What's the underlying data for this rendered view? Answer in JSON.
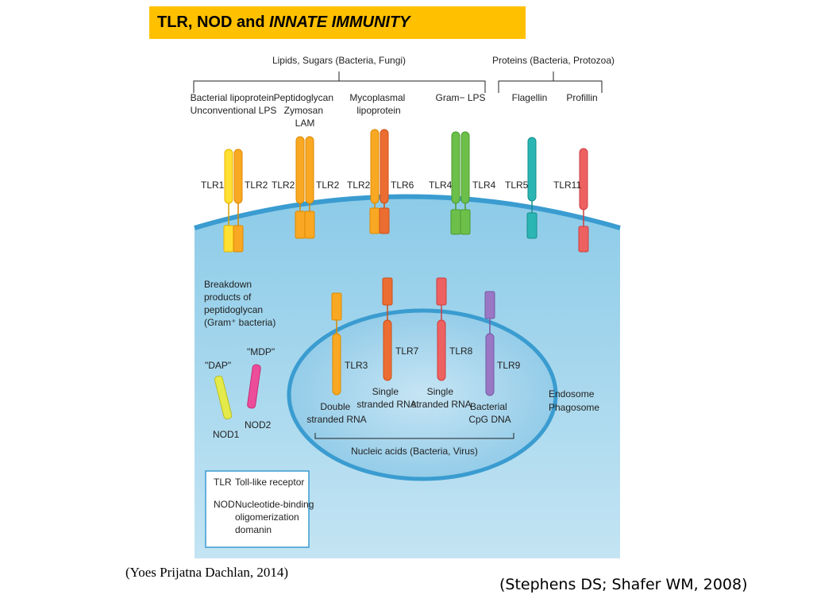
{
  "title": {
    "main": "TLR, NOD and",
    "italic": "INNATE IMMUNITY"
  },
  "brackets": {
    "lipids": "Lipids, Sugars (Bacteria, Fungi)",
    "proteins": "Proteins (Bacteria, Protozoa)",
    "nucleic": "Nucleic acids (Bacteria, Virus)"
  },
  "ligands": {
    "l1": [
      "Bacterial lipoprotein",
      "Unconventional LPS"
    ],
    "l2": [
      "Peptidoglycan",
      "Zymosan",
      "LAM"
    ],
    "l3": [
      "Mycoplasmal",
      "lipoprotein"
    ],
    "l4": "Gram− LPS",
    "l5": "Flagellin",
    "l6": "Profillin"
  },
  "receptors": {
    "tlr1": "TLR1",
    "tlr2a": "TLR2",
    "tlr2b": "TLR2",
    "tlr2c": "TLR2",
    "tlr2d": "TLR2",
    "tlr6": "TLR6",
    "tlr4a": "TLR4",
    "tlr4b": "TLR4",
    "tlr5": "TLR5",
    "tlr11": "TLR11",
    "tlr3": "TLR3",
    "tlr7": "TLR7",
    "tlr8": "TLR8",
    "tlr9": "TLR9"
  },
  "breakdown": [
    "Breakdown",
    "products of",
    "peptidoglycan",
    "(Gram⁺ bacteria)"
  ],
  "nod": {
    "dap": "\"DAP\"",
    "mdp": "\"MDP\"",
    "nod1": "NOD1",
    "nod2": "NOD2"
  },
  "endosome_ligands": {
    "dsrna": [
      "Double",
      "stranded RNA"
    ],
    "ssrna1": [
      "Single",
      "stranded RNA"
    ],
    "ssrna2": [
      "Single",
      "stranded RNA"
    ],
    "cpg": [
      "Bacterial",
      "CpG DNA"
    ]
  },
  "endosome_label": [
    "Endosome",
    "Phagosome"
  ],
  "legend": {
    "tlr_abbr": "TLR",
    "tlr_text": "Toll-like receptor",
    "nod_abbr": "NOD",
    "nod_text": [
      "Nucleotide-binding",
      "oligomerization",
      "domanin"
    ]
  },
  "captions": {
    "left": "(Yoes Prijatna Dachlan, 2014)",
    "right": "(Stephens DS; Shafer WM, 2008)"
  },
  "colors": {
    "title_bg": "#ffc000",
    "cell": "#8dcde9",
    "membrane": "#3a9cd0",
    "tlr1": "#ffe033",
    "tlr2": "#f8a823",
    "tlr6": "#ec6d32",
    "tlr4": "#6cc04a",
    "tlr5": "#2bb5b3",
    "tlr11": "#ee6161",
    "tlr3": "#f8a823",
    "tlr7": "#ec6d32",
    "tlr8": "#ee6161",
    "tlr9": "#9977c5",
    "nod1": "#e4ea4a",
    "nod2": "#ec4d9a"
  }
}
